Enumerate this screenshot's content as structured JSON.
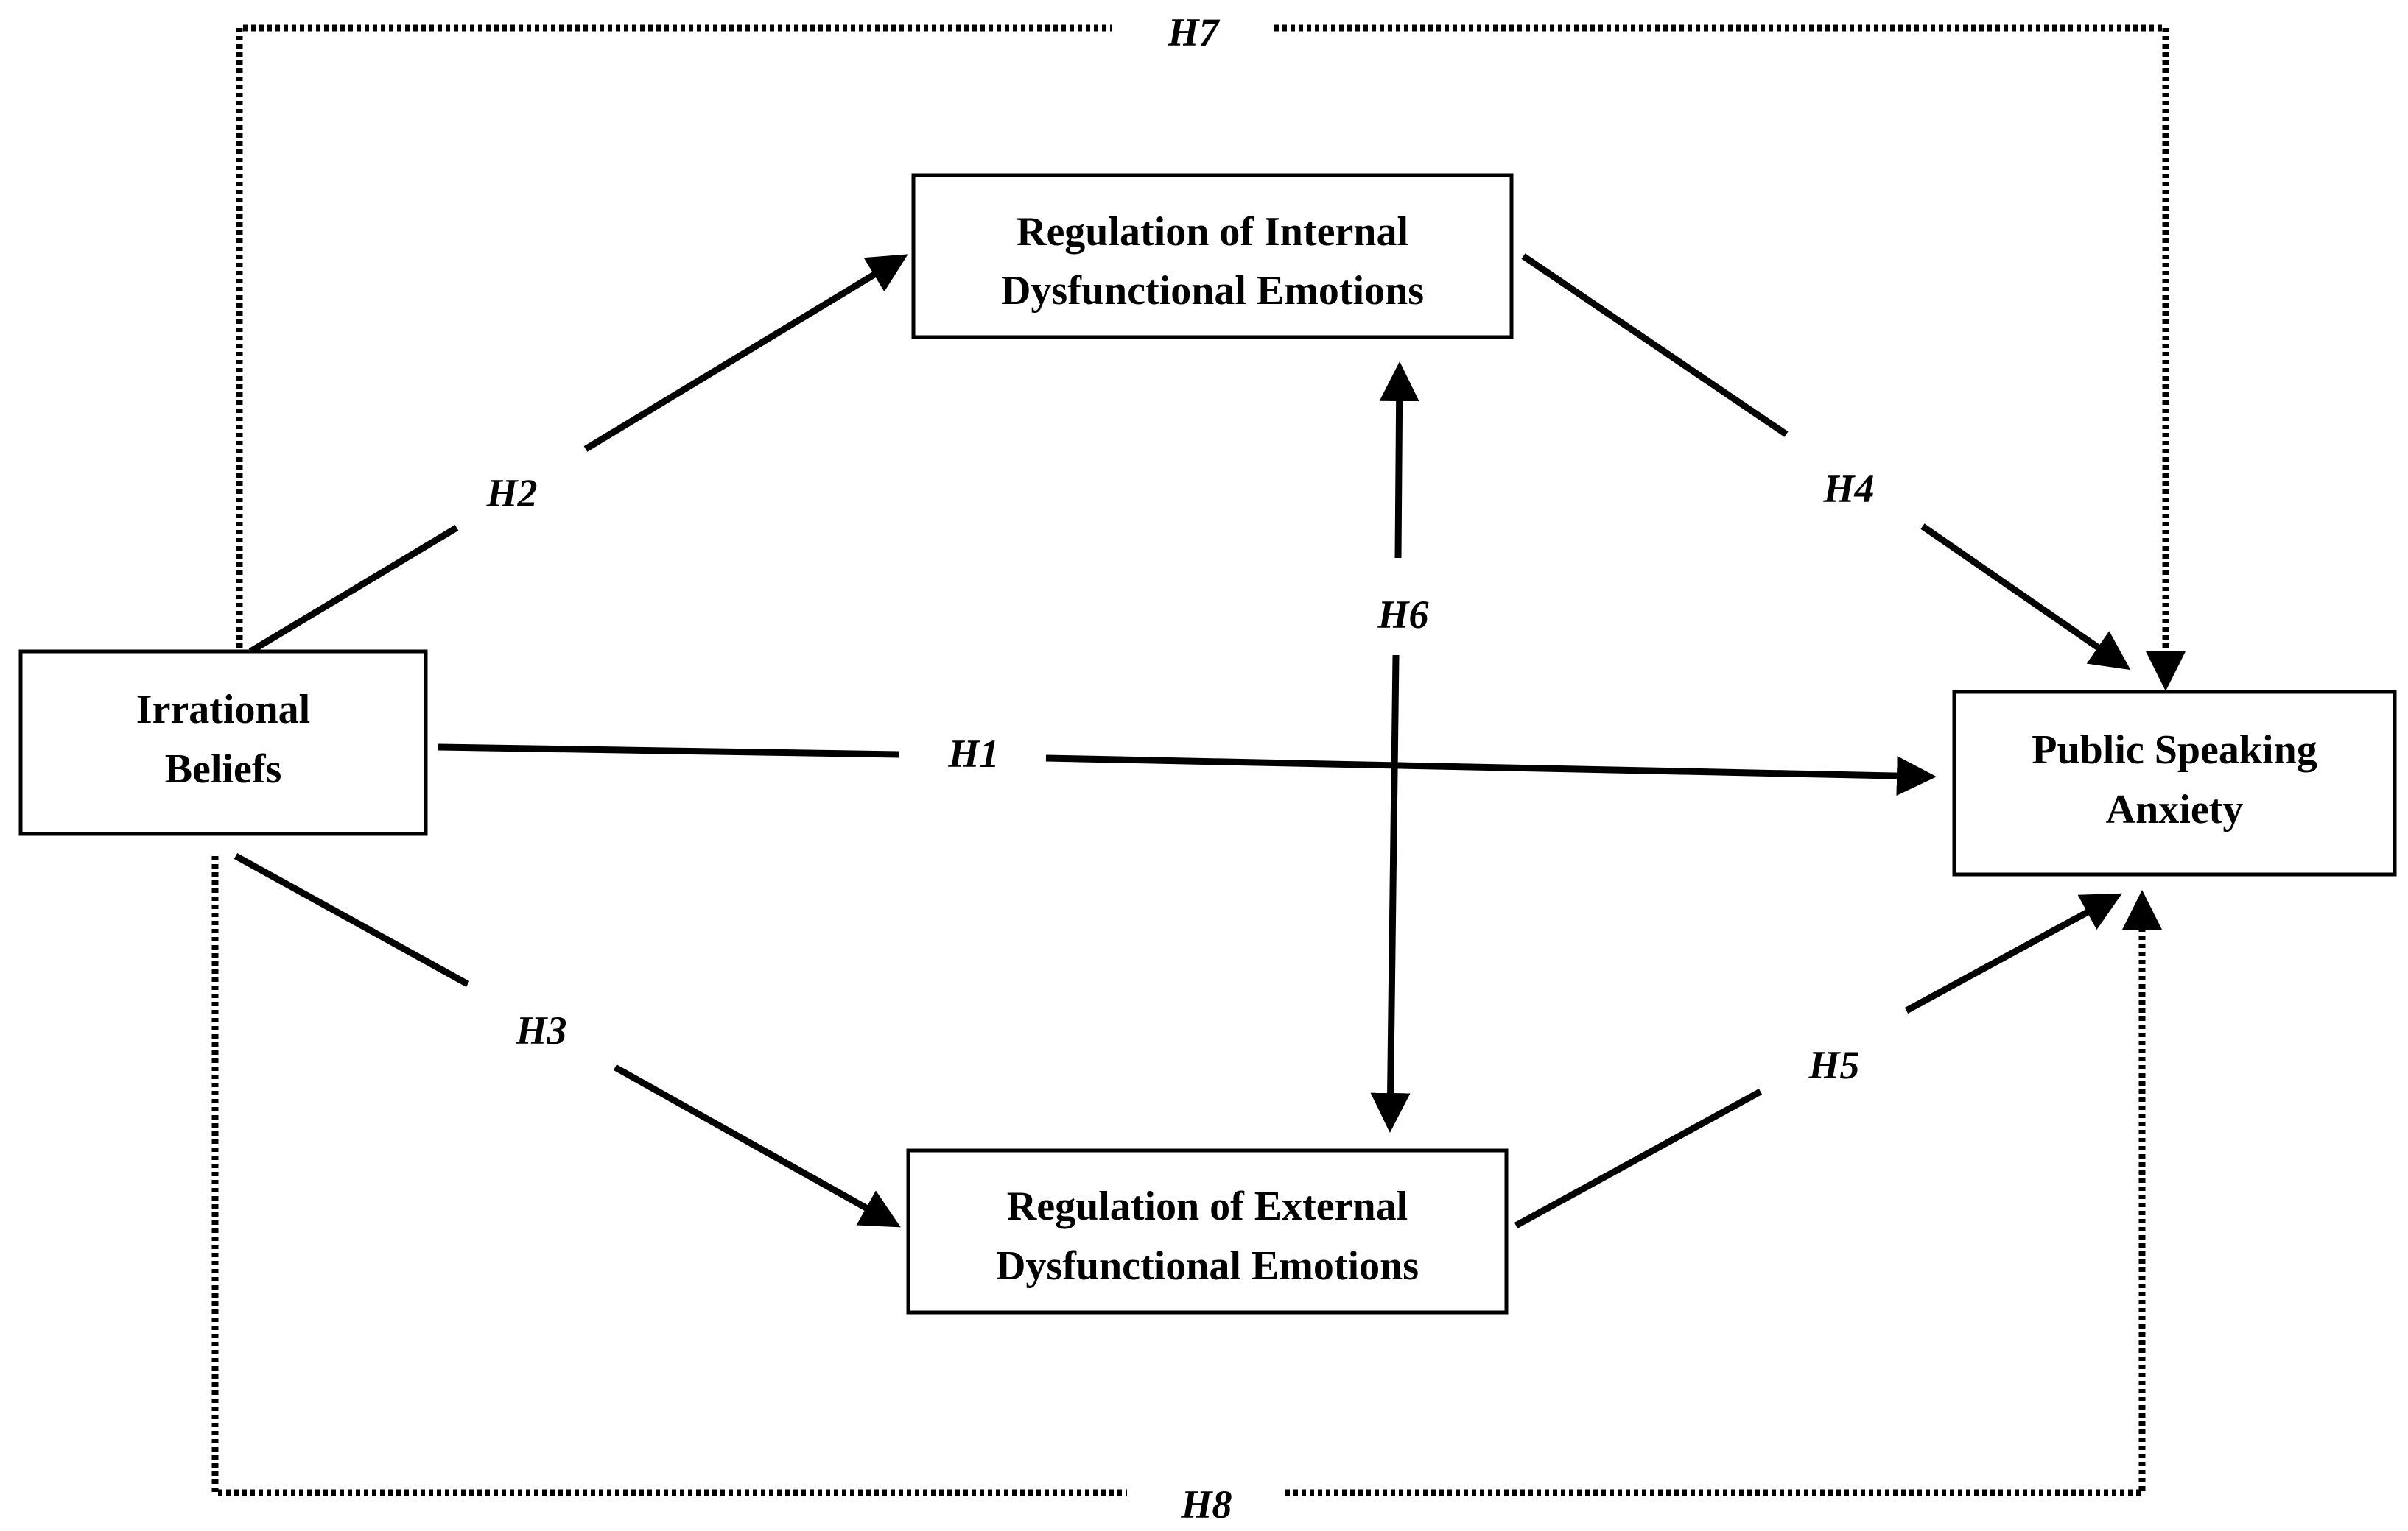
{
  "nodes": {
    "irrational": {
      "line1": "Irrational",
      "line2": "Beliefs"
    },
    "internal": {
      "line1": "Regulation of Internal",
      "line2": "Dysfunctional Emotions"
    },
    "external": {
      "line1": "Regulation of External",
      "line2": "Dysfunctional Emotions"
    },
    "anxiety": {
      "line1": "Public Speaking",
      "line2": "Anxiety"
    }
  },
  "hypotheses": {
    "h1": "H1",
    "h2": "H2",
    "h3": "H3",
    "h4": "H4",
    "h5": "H5",
    "h6": "H6",
    "h7": "H7",
    "h8": "H8"
  },
  "colors": {
    "stroke": "#000000",
    "background": "#ffffff"
  }
}
